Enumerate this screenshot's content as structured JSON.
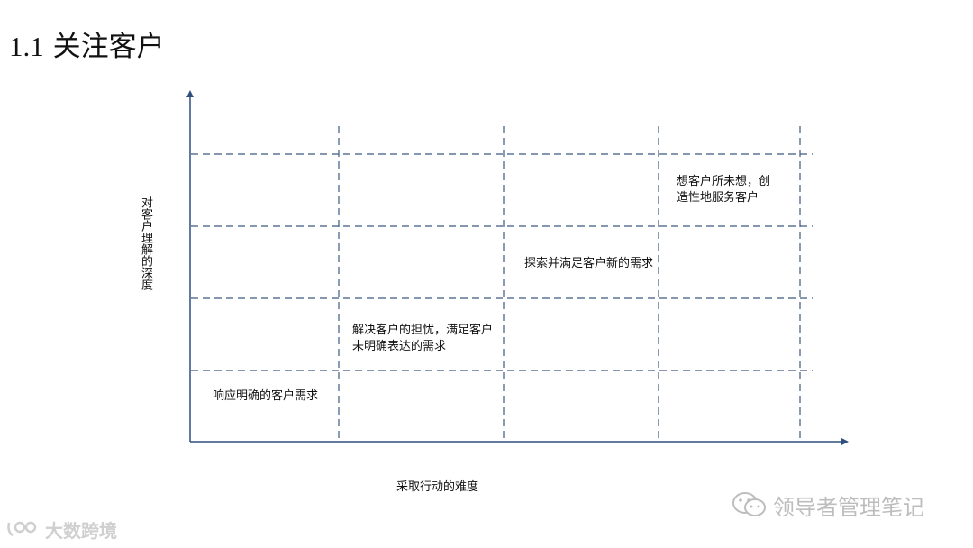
{
  "slide": {
    "title_number": "1.1",
    "title_text": "关注客户"
  },
  "diagram": {
    "y_axis_label": "对客户理解的深度",
    "x_axis_label": "采取行动的难度",
    "cells": [
      {
        "text": "响应明确的客户需求"
      },
      {
        "text": "解决客户的担忧，满足客户未明确表达的需求"
      },
      {
        "text": "探索并满足客户新的需求"
      },
      {
        "text": "想客户所未想，创造性地服务客户"
      }
    ],
    "line_color": "#3d5a80",
    "axis_color": "#2f4f7f"
  },
  "watermarks": {
    "right": "领导者管理笔记",
    "left": "大数跨境"
  }
}
